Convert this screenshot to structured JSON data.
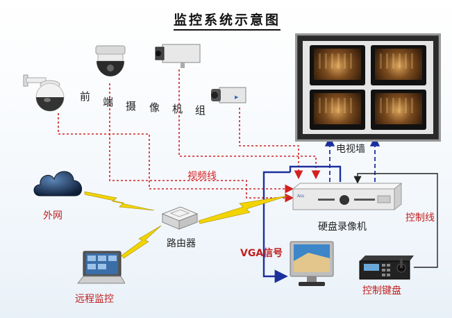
{
  "title": "监控系统示意图",
  "camera_group_label": [
    "前",
    "端",
    "摄",
    "像",
    "机",
    "组"
  ],
  "labels": {
    "tv_wall": "电视墙",
    "video_line": "视频线",
    "internet": "外网",
    "dvr": "硬盘录像机",
    "router": "路由器",
    "control_line": "控制线",
    "vga": "VGA信号",
    "remote": "远程监控",
    "keyboard": "控制键盘"
  },
  "colors": {
    "video_line": "#d42020",
    "vga_line": "#1c2f9e",
    "tv_wall_line": "#1c2f9e",
    "control_line": "#222222",
    "wireless": "#f2d400"
  },
  "icons": {
    "cameras": [
      "speed-dome-camera-icon",
      "dome-camera-icon",
      "box-camera-icon",
      "zoom-camera-icon"
    ],
    "wall": "video-wall-icon",
    "cloud": "cloud-icon",
    "router": "router-icon",
    "dvr": "dvr-icon",
    "monitor": "vga-monitor-icon",
    "laptop": "laptop-icon",
    "keyboard": "control-keyboard-icon",
    "wireless": "lightning-icon"
  }
}
